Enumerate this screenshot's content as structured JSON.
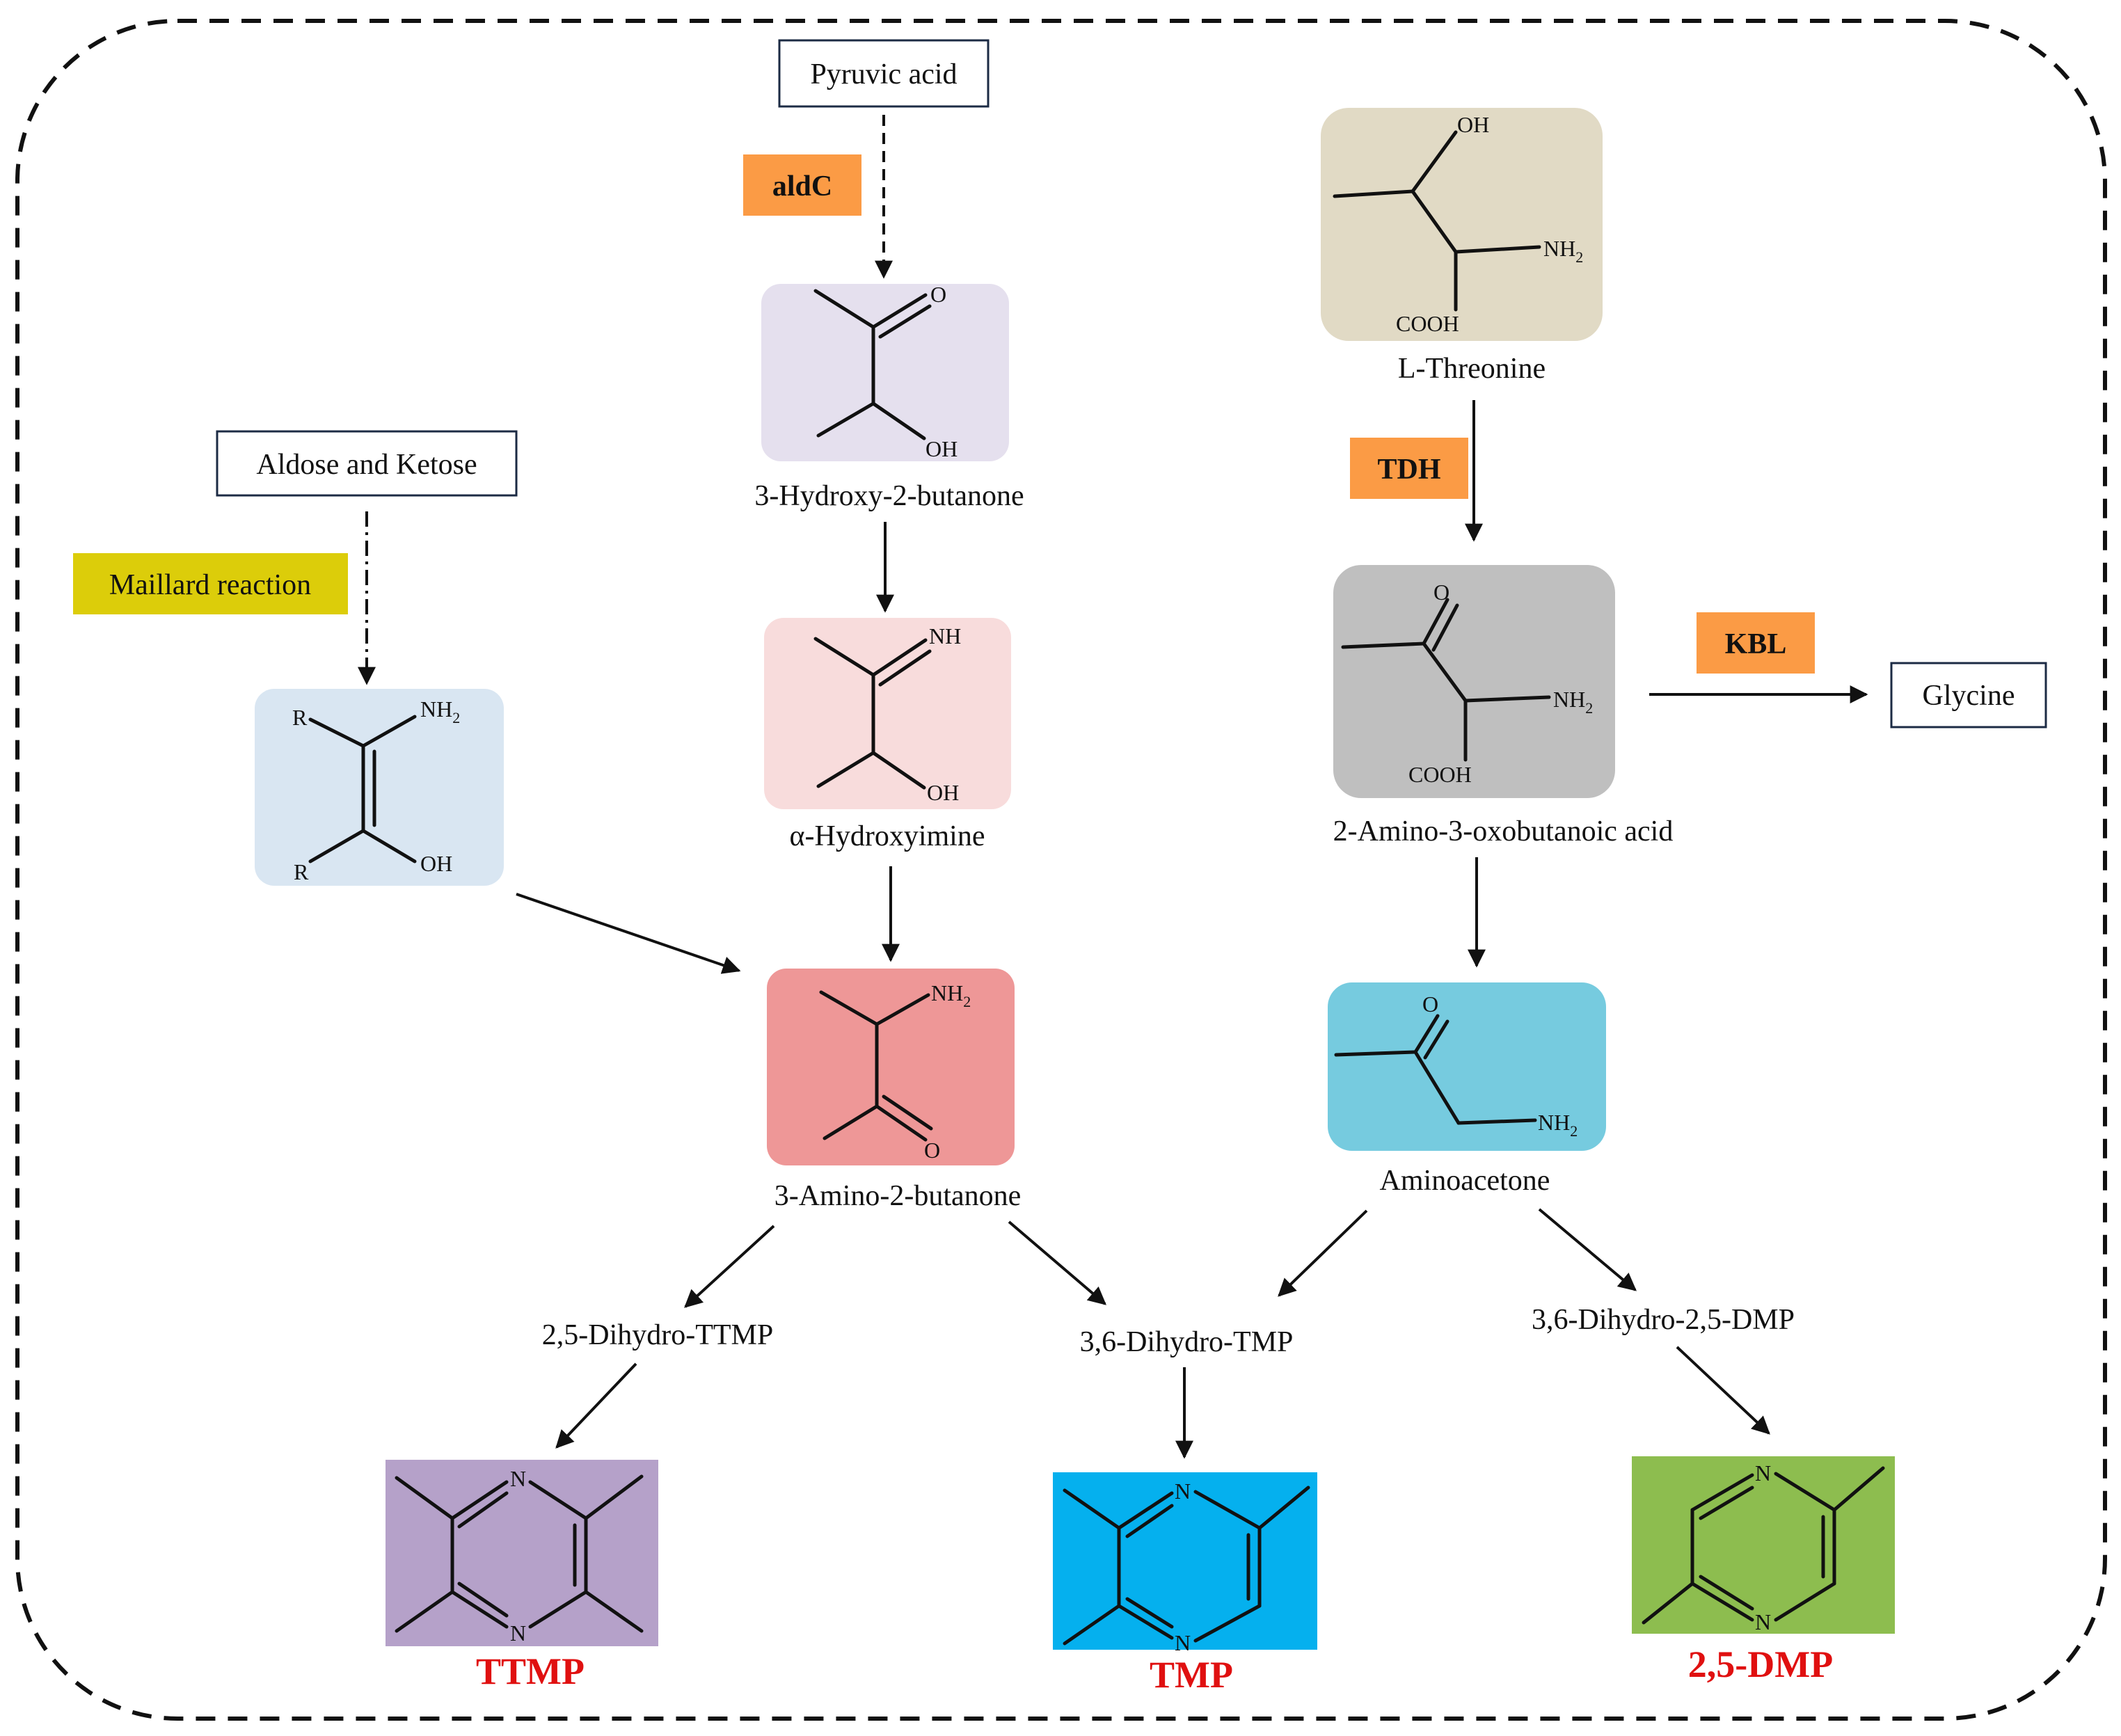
{
  "sources": {
    "pyruvic": "Pyruvic acid",
    "aldose": "Aldose and Ketose",
    "glycine": "Glycine"
  },
  "enzymes": {
    "aldc": "aldC",
    "tdh": "TDH",
    "kbl": "KBL",
    "maillard": "Maillard reaction"
  },
  "compounds": {
    "hydroxybutanone": "3-Hydroxy-2-butanone",
    "hydroxyimine": "α-Hydroxyimine",
    "aminobutanone": "3-Amino-2-butanone",
    "threonine": "L-Threonine",
    "aminooxobutanoic": "2-Amino-3-oxobutanoic acid",
    "aminoacetone": "Aminoacetone"
  },
  "intermediates": {
    "dihydro_ttmp": "2,5-Dihydro-TTMP",
    "dihydro_tmp": "3,6-Dihydro-TMP",
    "dihydro_dmp": "3,6-Dihydro-2,5-DMP"
  },
  "products": {
    "ttmp": "TTMP",
    "tmp": "TMP",
    "dmp": "2,5-DMP"
  },
  "atoms": {
    "O": "O",
    "OH": "OH",
    "NH": "NH",
    "NH2": "NH",
    "sub2": "2",
    "COOH": "COOH",
    "R": "R",
    "N": "N"
  },
  "colors": {
    "enzyme_orange": "#fb9b45",
    "maillard_yellow": "#dccd0a",
    "hydroxybutanone_box": "#e5e0ee",
    "hydroxyimine_box": "#f8dcdc",
    "aminobutanone_box": "#ee9797",
    "enaminol_box": "#d9e6f2",
    "threonine_box": "#e1dac5",
    "aminooxobutanoic_box": "#bfbfbf",
    "aminoacetone_box": "#76cbdf",
    "ttmp_box": "#b5a1c9",
    "tmp_box": "#05b0ee",
    "dmp_box": "#8dbd4f",
    "product_text": "#e01010"
  }
}
